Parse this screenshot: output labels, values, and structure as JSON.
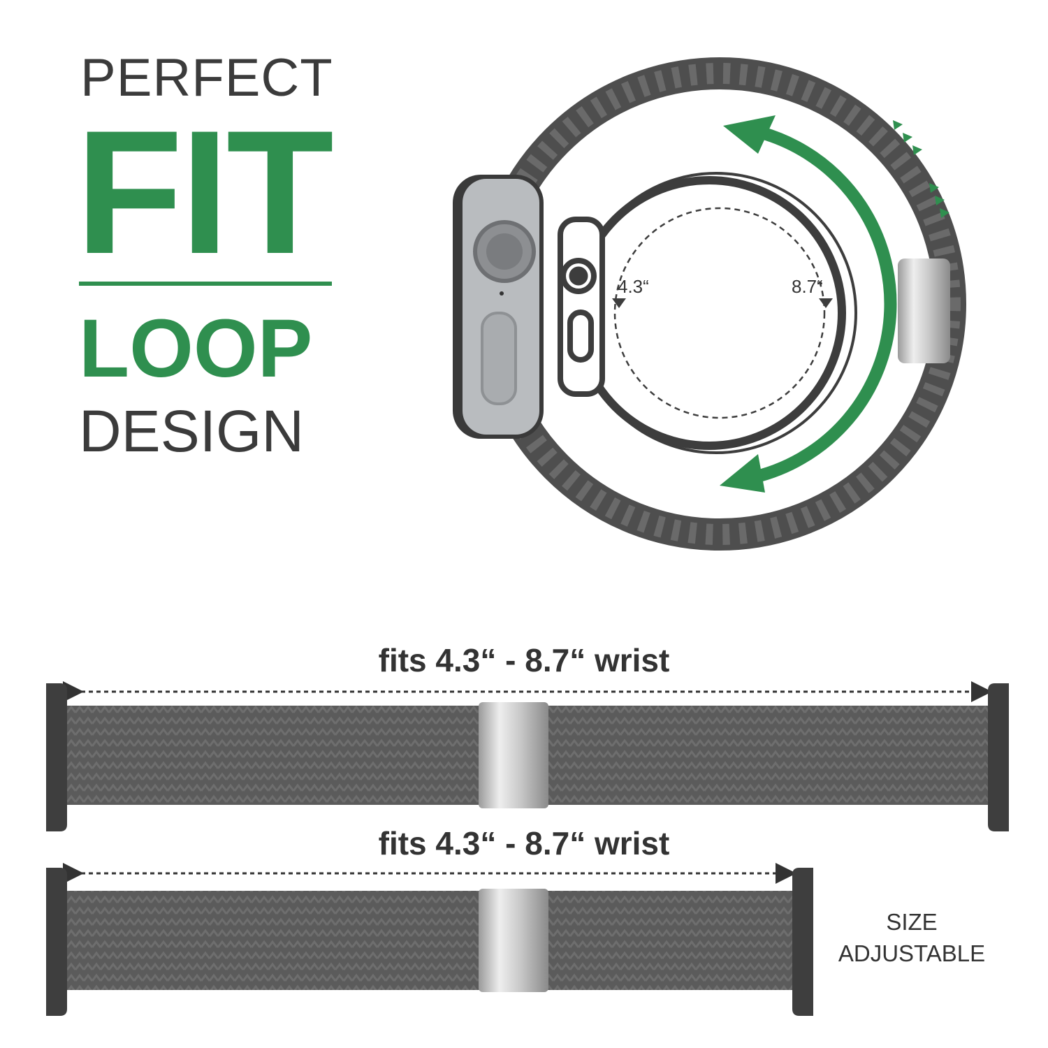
{
  "headline": {
    "line1": "PERFECT",
    "line2": "FIT",
    "line3": "LOOP",
    "line4": "DESIGN"
  },
  "diagram": {
    "min_label": "4.3“",
    "max_label": "8.7“"
  },
  "bands": [
    {
      "fit_label": "fits 4.3“ - 8.7“ wrist"
    },
    {
      "fit_label": "fits 4.3“ - 8.7“ wrist"
    }
  ],
  "side_note": {
    "line1": "SIZE",
    "line2": "ADJUSTABLE"
  },
  "colors": {
    "accent_green": "#2f8f4f",
    "text_gray": "#3b3b3b",
    "band_gray": "#5a5a5a"
  }
}
